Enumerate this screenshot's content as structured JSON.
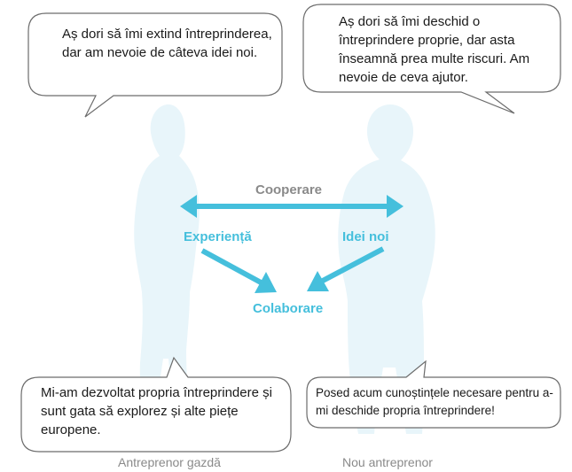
{
  "bubbles": {
    "top_left": "Aș dori să îmi extind întreprinderea, dar am nevoie de câteva idei noi.",
    "top_right": "Aș dori să îmi deschid o întreprindere proprie, dar asta înseamnă prea multe riscuri. Am nevoie de ceva ajutor.",
    "bottom_left": "Mi-am dezvoltat propria întreprindere și sunt gata să explorez și alte piețe europene.",
    "bottom_right": "Posed acum cunoștințele necesare pentru a-mi deschide propria întreprindere!"
  },
  "flow": {
    "cooperation": "Cooperare",
    "experience": "Experiență",
    "new_ideas": "Idei noi",
    "collaboration": "Colaborare"
  },
  "captions": {
    "host": "Antreprenor gazdă",
    "new": "Nou antreprenor"
  },
  "colors": {
    "accent": "#45bfdc",
    "cooperation_label": "#8a8a8a",
    "silhouette": "#e8f5fa",
    "bubble_border": "#6c6c6c"
  }
}
